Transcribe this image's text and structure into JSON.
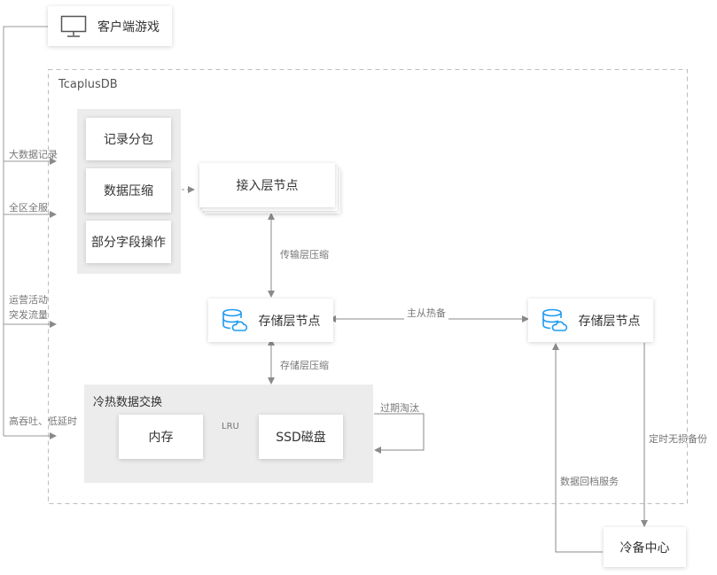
{
  "client": {
    "label": "客户端游戏",
    "icon": "monitor-icon"
  },
  "cluster": {
    "title": "TcaplusDB"
  },
  "feature_panel": {
    "items": [
      "记录分包",
      "数据压缩",
      "部分字段操作"
    ]
  },
  "access_node": {
    "label": "接入层节点"
  },
  "storage_master": {
    "label": "存储层节点",
    "icon": "database-cloud-icon"
  },
  "storage_slave": {
    "label": "存储层节点",
    "icon": "database-cloud-icon"
  },
  "hotcold": {
    "title": "冷热数据交换",
    "memory": "内存",
    "ssd": "SSD磁盘",
    "lru": "LRU",
    "expire": "过期淘汰"
  },
  "cold_backup": {
    "label": "冷备中心"
  },
  "edge_labels": {
    "transport_compress": "传输层压缩",
    "storage_compress": "存储层压缩",
    "master_slave": "主从热备",
    "scheduled_backup": "定时无损备份",
    "restore_service": "数据回档服务"
  },
  "input_labels": [
    "大数据记录",
    "全区全服",
    "运营活动",
    "突发流量",
    "高吞吐、低延时"
  ],
  "colors": {
    "accent": "#1e9bf0",
    "line": "#9a9a9a",
    "panel": "#ececec"
  }
}
